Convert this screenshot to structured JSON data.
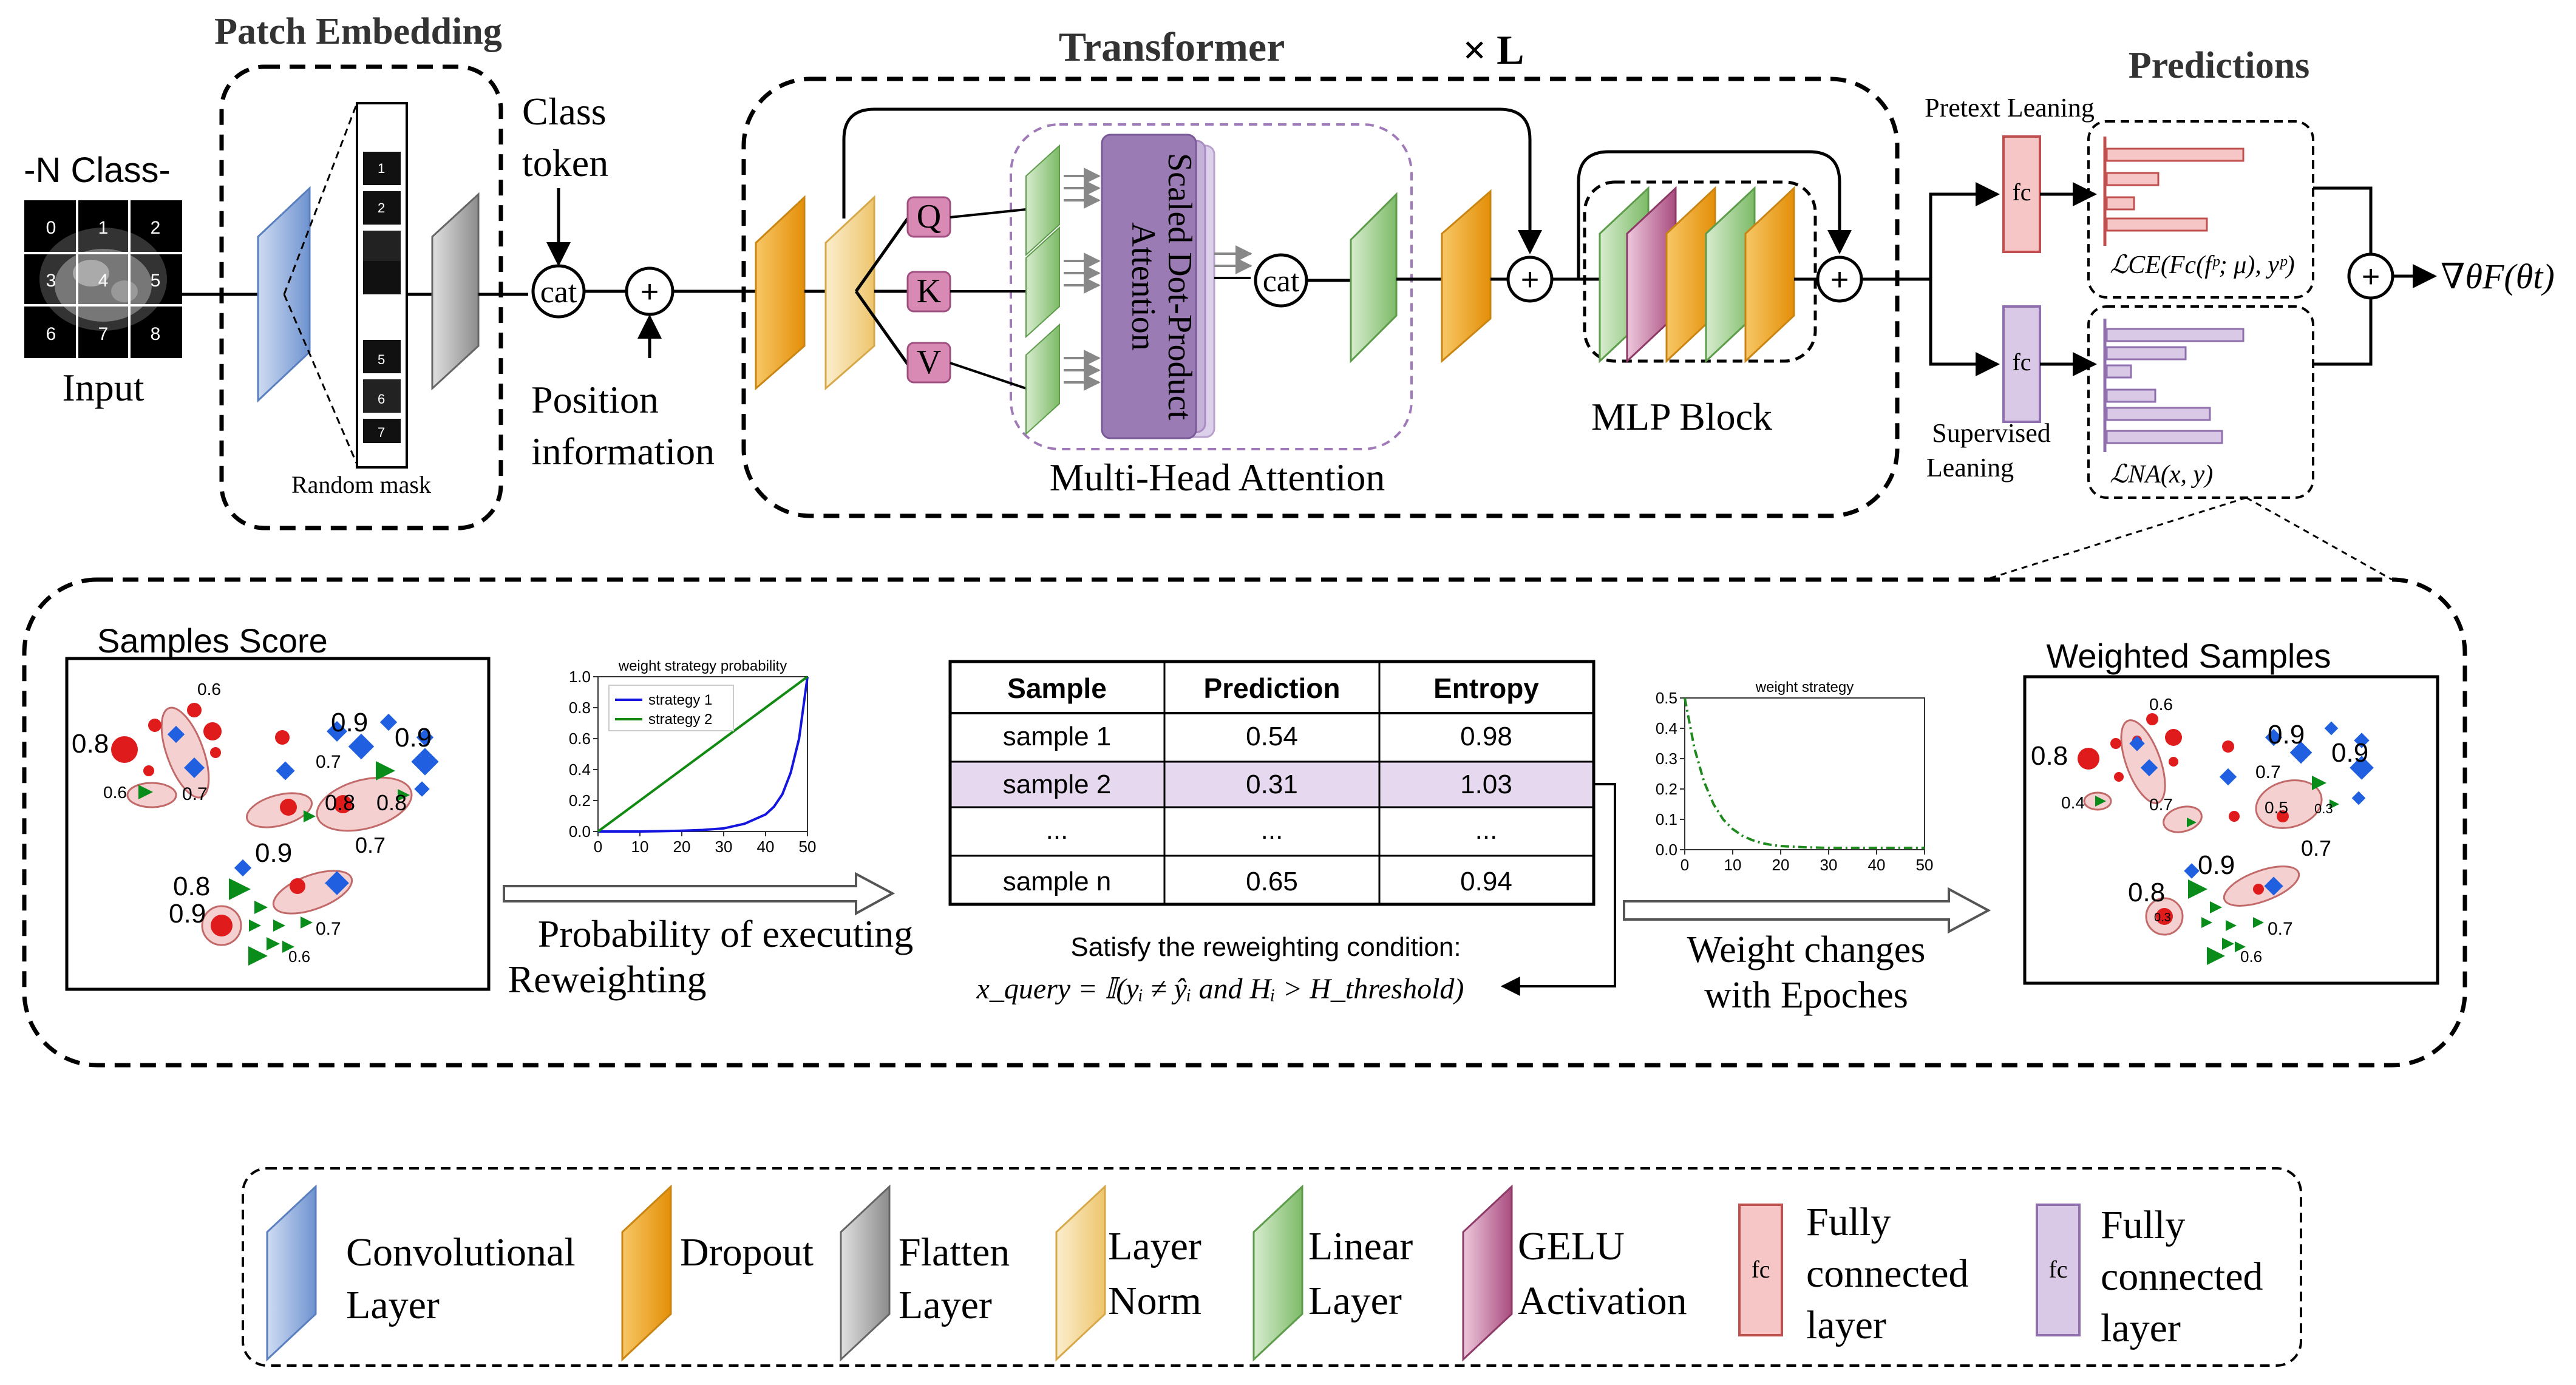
{
  "colors": {
    "conv": "#7b9fd6",
    "dropout": "#f0a01c",
    "flatten": "#9a9a9a",
    "layernorm": "#f2d48a",
    "linear": "#8cc27a",
    "gelu": "#b5618e",
    "fc_red_fill": "#f6c6c6",
    "fc_red_stroke": "#c0504d",
    "fc_purple_fill": "#d9c9e6",
    "fc_purple_stroke": "#8f6fae",
    "qkv": "#d98ab4",
    "attention": "#9b7bb4",
    "red_dot": "#e01b1b",
    "blue_dot": "#1f5fe0",
    "green_tri": "#0a8c1a",
    "row_highlight": "#e6d8ee"
  },
  "top": {
    "input_label": "-N Class-",
    "input_text": "Input",
    "grid_numbers": [
      "0",
      "1",
      "2",
      "3",
      "4",
      "5",
      "6",
      "7",
      "8"
    ],
    "patch_title": "Patch Embedding",
    "strip_numbers": [
      "1",
      "2",
      "5",
      "6",
      "7"
    ],
    "random_mask": "Random mask",
    "class_token_1": "Class",
    "class_token_2": "token",
    "cat": "cat",
    "plus": "+",
    "position_1": "Position",
    "position_2": "information",
    "transformer_title": "Transformer",
    "times_l": "× L",
    "q": "Q",
    "k": "K",
    "v": "V",
    "attention_1": "Scaled Dot-Product",
    "attention_2": "Attention",
    "mha": "Multi-Head Attention",
    "mlp": "MLP Block",
    "pretext": "Pretext Leaning",
    "supervised_1": "Supervised",
    "supervised_2": "Leaning",
    "fc": "fc",
    "predictions": "Predictions",
    "loss_ce": "ℒCE(Fc(fᵖ; μ), yᵖ)",
    "loss_na": "ℒNA(x, y)",
    "gradient": "∇θF(θt)"
  },
  "samples_score": {
    "title": "Samples Score",
    "labels": [
      "0.6",
      "0.8",
      "0.9",
      "0.9",
      "0.7",
      "0.6",
      "0.7",
      "0.8",
      "0.8",
      "0.7",
      "0.9",
      "0.8",
      "0.9",
      "0.7",
      "0.6"
    ]
  },
  "weighted_samples": {
    "title": "Weighted Samples",
    "labels": [
      "0.6",
      "0.8",
      "0.9",
      "0.9",
      "0.7",
      "0.4",
      "0.7",
      "0.5",
      "0.3",
      "0.7",
      "0.9",
      "0.8",
      "0.3",
      "0.7",
      "0.6"
    ]
  },
  "prob_chart": {
    "title": "weight strategy probability",
    "series": [
      {
        "name": "strategy 1",
        "color": "#1515e0",
        "x": [
          0,
          5,
          10,
          15,
          20,
          25,
          30,
          35,
          40,
          42,
          44,
          46,
          48,
          50
        ],
        "y": [
          0,
          0,
          0,
          0.002,
          0.005,
          0.01,
          0.02,
          0.05,
          0.11,
          0.16,
          0.24,
          0.38,
          0.6,
          1.0
        ]
      },
      {
        "name": "strategy 2",
        "color": "#108a10",
        "x": [
          0,
          50
        ],
        "y": [
          0,
          1.0
        ]
      }
    ],
    "xticks": [
      "0",
      "10",
      "20",
      "30",
      "40",
      "50"
    ],
    "yticks": [
      "0.0",
      "0.2",
      "0.4",
      "0.6",
      "0.8",
      "1.0"
    ],
    "xlim": [
      0,
      50
    ],
    "ylim": [
      0,
      1.0
    ]
  },
  "arrow_text_1": "Probability of executing",
  "arrow_text_2": "Reweighting",
  "table": {
    "headers": [
      "Sample",
      "Prediction",
      "Entropy"
    ],
    "rows": [
      [
        "sample 1",
        "0.54",
        "0.98"
      ],
      [
        "sample 2",
        "0.31",
        "1.03"
      ],
      [
        "...",
        "...",
        "..."
      ],
      [
        "sample n",
        "0.65",
        "0.94"
      ]
    ]
  },
  "condition_title": "Satisfy the reweighting condition:",
  "condition_formula": "x_query = 𝕀(yᵢ ≠ ŷᵢ   and   Hᵢ > H_threshold)",
  "weight_chart": {
    "title": "weight strategy",
    "color": "#1e8a1e",
    "x": [
      0,
      2,
      4,
      6,
      8,
      10,
      12,
      14,
      16,
      18,
      20,
      25,
      30,
      35,
      40,
      45,
      50
    ],
    "y": [
      0.5,
      0.335,
      0.225,
      0.15,
      0.1,
      0.068,
      0.046,
      0.032,
      0.022,
      0.016,
      0.012,
      0.008,
      0.006,
      0.006,
      0.006,
      0.006,
      0.006
    ],
    "xticks": [
      "0",
      "10",
      "20",
      "30",
      "40",
      "50"
    ],
    "yticks": [
      "0.0",
      "0.1",
      "0.2",
      "0.3",
      "0.4",
      "0.5"
    ],
    "xlim": [
      0,
      50
    ],
    "ylim": [
      0,
      0.5
    ]
  },
  "arrow_text_3": "Weight changes",
  "arrow_text_4": "with Epoches",
  "chart_data": [
    {
      "type": "line",
      "title": "weight strategy probability",
      "series": [
        {
          "name": "strategy 1",
          "x": [
            0,
            10,
            20,
            30,
            40,
            45,
            50
          ],
          "y": [
            0,
            0,
            0.005,
            0.02,
            0.11,
            0.3,
            1.0
          ]
        },
        {
          "name": "strategy 2",
          "x": [
            0,
            50
          ],
          "y": [
            0,
            1.0
          ]
        }
      ],
      "xlim": [
        0,
        50
      ],
      "ylim": [
        0,
        1.0
      ]
    },
    {
      "type": "line",
      "title": "weight strategy",
      "series": [
        {
          "x": [
            0,
            5,
            10,
            15,
            20,
            30,
            40,
            50
          ],
          "y": [
            0.5,
            0.18,
            0.068,
            0.026,
            0.012,
            0.006,
            0.006,
            0.006
          ]
        }
      ],
      "xlim": [
        0,
        50
      ],
      "ylim": [
        0,
        0.5
      ]
    }
  ],
  "legend": {
    "conv_1": "Convolutional",
    "conv_2": "Layer",
    "dropout": "Dropout",
    "flatten_1": "Flatten",
    "flatten_2": "Layer",
    "ln_1": "Layer",
    "ln_2": "Norm",
    "linear_1": "Linear",
    "linear_2": "Layer",
    "gelu_1": "GELU",
    "gelu_2": "Activation",
    "fc_1": "Fully",
    "fc_2": "connected",
    "fc_3": "layer",
    "fc_label": "fc"
  }
}
